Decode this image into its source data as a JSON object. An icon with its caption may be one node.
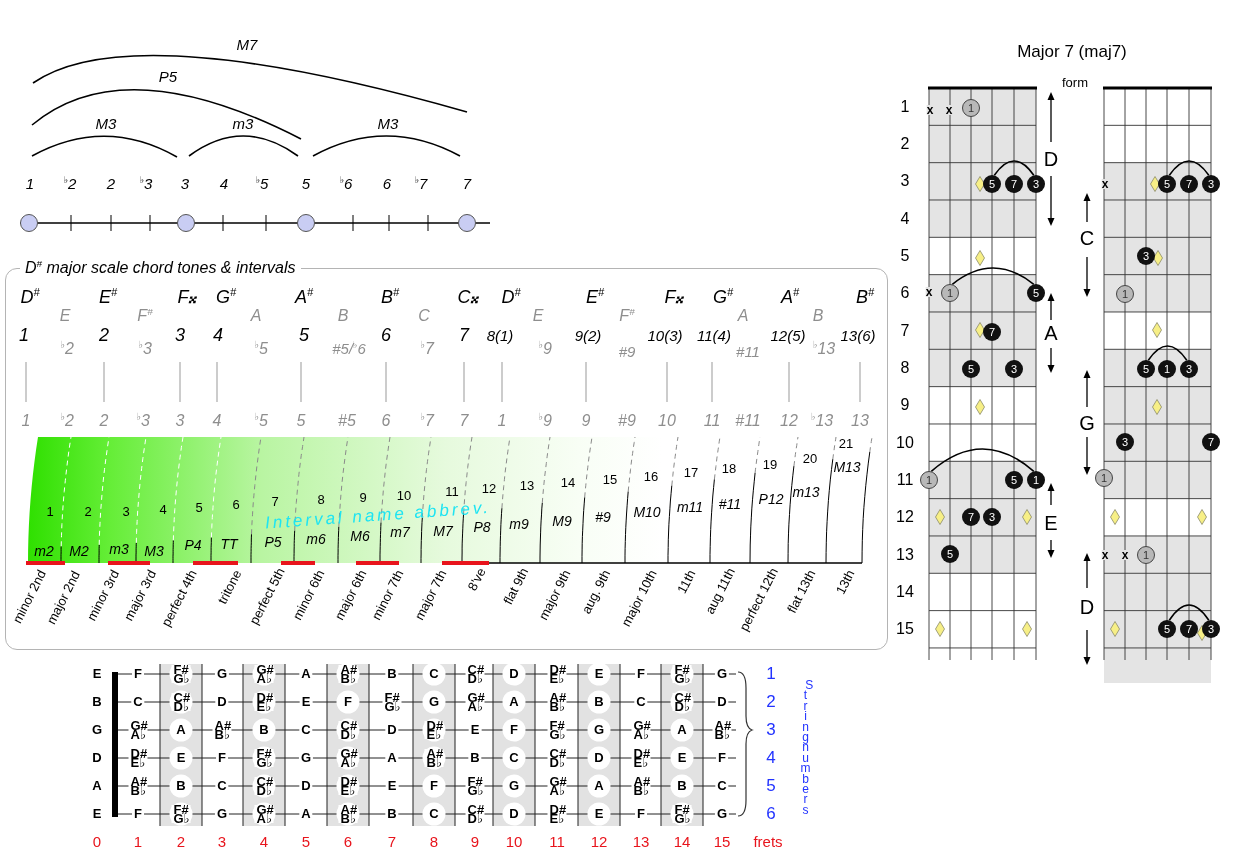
{
  "diagram": {
    "title": "Major 7 (maj7)",
    "nodes": [
      {
        "text": [
          "D$^{#}$ major scale chord tones & intervals"
        ]
      },
      {
        "text": [
          "1"
        ]
      },
      {
        "text": [
          "5"
        ]
      },
      {
        "text": [
          "7"
        ]
      },
      {
        "text": [
          "3"
        ]
      },
      {
        "text": [
          "1"
        ]
      },
      {
        "text": [
          "5"
        ]
      },
      {
        "text": [
          "7"
        ]
      },
      {
        "text": [
          "5"
        ]
      },
      {
        "text": [
          "3"
        ]
      },
      {
        "text": [
          "1"
        ]
      },
      {
        "text": [
          "5"
        ]
      },
      {
        "text": [
          "1"
        ]
      },
      {
        "text": [
          "7"
        ]
      },
      {
        "text": [
          "3"
        ]
      },
      {
        "text": [
          "5"
        ]
      },
      {
        "text": [
          "5"
        ]
      },
      {
        "text": [
          "7"
        ]
      },
      {
        "text": [
          "3"
        ]
      },
      {
        "text": [
          "3"
        ]
      },
      {
        "text": [
          "1"
        ]
      },
      {
        "text": [
          "5"
        ]
      },
      {
        "text": [
          "1"
        ]
      },
      {
        "text": [
          "3"
        ]
      },
      {
        "text": [
          "3"
        ]
      },
      {
        "text": [
          "7"
        ]
      },
      {
        "text": [
          "1"
        ]
      },
      {
        "text": [
          "1"
        ]
      },
      {
        "text": [
          "5"
        ]
      },
      {
        "text": [
          "7"
        ]
      },
      {
        "text": [
          "3"
        ]
      }
    ],
    "edges": [
      {
        "from": 2,
        "to": 4,
        "arrow": "none"
      },
      {
        "from": 5,
        "to": 6,
        "arrow": "none"
      },
      {
        "from": 10,
        "to": 12,
        "arrow": "none"
      },
      {
        "from": 16,
        "to": 18,
        "arrow": "none"
      },
      {
        "from": 21,
        "to": 23,
        "arrow": "none"
      },
      {
        "from": 28,
        "to": 30,
        "arrow": "none"
      }
    ],
    "labels": [
      "M7",
      "P5",
      "M3",
      "m3",
      "M3",
      "1",
      "$^{♭}$2",
      "2",
      "$^{♭}$3",
      "3",
      "4",
      "$^{♭}$5",
      "5",
      "$^{♭}$6",
      "6",
      "$^{♭}$7",
      "7",
      "D$^{#}$",
      "E",
      "E$^{#}$",
      "F$^{#}$",
      "F𝄪",
      "G$^{#}$",
      "A",
      "A$^{#}$",
      "B",
      "B$^{#}$",
      "C",
      "C𝄪",
      "D$^{#}$",
      "E",
      "E$^{#}$",
      "F$^{#}$",
      "F𝄪",
      "G$^{#}$",
      "A",
      "A$^{#}$",
      "B",
      "B$^{#}$",
      "1",
      "$^{♭}$2",
      "2",
      "$^{♭}$3",
      "3",
      "4",
      "$^{♭}$5",
      "5",
      "#5/$^{♭}$6",
      "6",
      "$^{♭}$7",
      "7",
      "8(1)",
      "$^{♭}$9",
      "9(2)",
      "#9",
      "10(3)",
      "11(4)",
      "#11",
      "12(5)",
      "$^{♭}$13",
      "13(6)",
      "1",
      "$^{♭}$2",
      "2",
      "$^{♭}$3",
      "3",
      "4",
      "$^{♭}$5",
      "5",
      "#5",
      "6",
      "$^{♭}$7",
      "7",
      "1",
      "$^{♭}$9",
      "9",
      "#9",
      "10",
      "11",
      "#11",
      "12",
      "$^{♭}$13",
      "13",
      "1",
      "2",
      "3",
      "4",
      "5",
      "6",
      "7",
      "8",
      "9",
      "10",
      "11",
      "12",
      "13",
      "14",
      "15",
      "16",
      "17",
      "18",
      "19",
      "20",
      "21",
      "Interval name abbrev.",
      "m2",
      "M2",
      "m3",
      "M3",
      "P4",
      "TT",
      "P5",
      "m6",
      "M6",
      "m7",
      "M7",
      "P8",
      "m9",
      "M9",
      "#9",
      "M10",
      "m11",
      "#11",
      "P12",
      "m13",
      "M13",
      "minor 2nd",
      "major 2nd",
      "minor 3rd",
      "major 3rd",
      "perfect 4th",
      "tritone",
      "perfect 5th",
      "minor 6th",
      "major 6th",
      "minor 7th",
      "major 7th",
      "8've",
      "flat 9th",
      "major 9th",
      "aug. 9th",
      "major 10th",
      "11th",
      "aug 11th",
      "perfect 12th",
      "flat 13th",
      "13th",
      "E",
      "F",
      "F# G♭",
      "G",
      "G# A♭",
      "A",
      "A# B♭",
      "B",
      "C",
      "C# D♭",
      "D",
      "D# E♭",
      "E",
      "F",
      "F# G♭",
      "G",
      "1",
      "B",
      "C",
      "C# D♭",
      "D",
      "D# E♭",
      "E",
      "F",
      "F# G♭",
      "G",
      "G# A♭",
      "A",
      "A# B♭",
      "B",
      "C",
      "C# D♭",
      "D",
      "2",
      "G",
      "G# A♭",
      "A",
      "A# B♭",
      "B",
      "C",
      "C# D♭",
      "D",
      "D# E♭",
      "E",
      "F",
      "F# G♭",
      "G",
      "G# A♭",
      "A",
      "A# B♭",
      "3",
      "D",
      "D# E♭",
      "E",
      "F",
      "F# G♭",
      "G",
      "G# A♭",
      "A",
      "A# B♭",
      "B",
      "C",
      "C# D♭",
      "D",
      "D# E♭",
      "E",
      "F",
      "4",
      "A",
      "A# B♭",
      "B",
      "C",
      "C# D♭",
      "D",
      "D# E♭",
      "E",
      "F",
      "F# G♭",
      "G",
      "G# A♭",
      "A",
      "A# B♭",
      "B",
      "C",
      "5",
      "E",
      "F",
      "F# G♭",
      "G",
      "G# A♭",
      "A",
      "A# B♭",
      "B",
      "C",
      "C# D♭",
      "D",
      "D# E♭",
      "E",
      "F",
      "F# G♭",
      "G",
      "6",
      "String numbers",
      "0",
      "1",
      "2",
      "3",
      "4",
      "5",
      "6",
      "7",
      "8",
      "9",
      "10",
      "11",
      "12",
      "13",
      "14",
      "15",
      "frets",
      "form",
      "1",
      "2",
      "3",
      "4",
      "5",
      "6",
      "7",
      "8",
      "9",
      "10",
      "11",
      "12",
      "13",
      "14",
      "15",
      "x",
      "x",
      "x",
      "x",
      "x",
      "x",
      "D",
      "C",
      "A",
      "G",
      "E",
      "D"
    ]
  }
}
